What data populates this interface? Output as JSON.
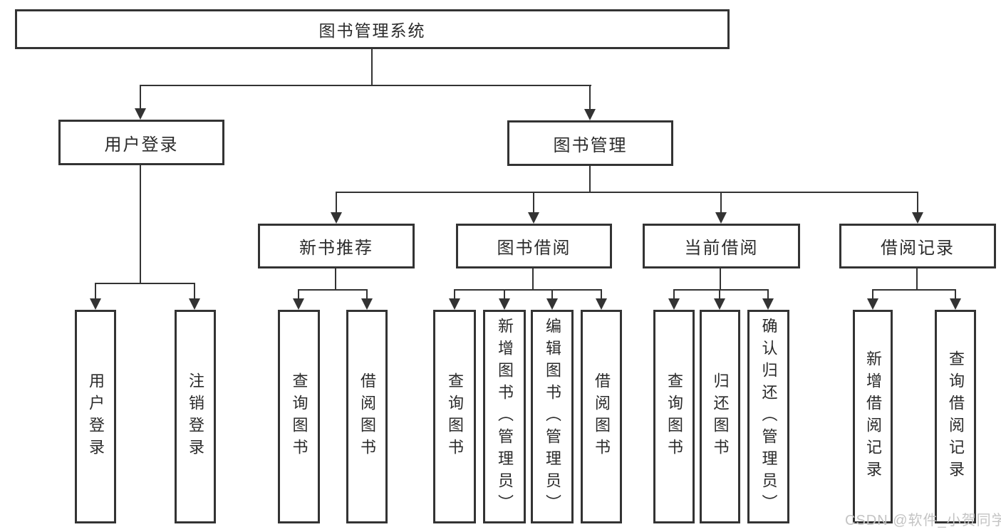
{
  "diagram": {
    "root": {
      "label": "图书管理系统"
    },
    "user_login_branch": {
      "label": "用户登录",
      "children": [
        {
          "label": "用户登录"
        },
        {
          "label": "注销登录"
        }
      ]
    },
    "book_management_branch": {
      "label": "图书管理",
      "sections": [
        {
          "label": "新书推荐",
          "children": [
            {
              "label": "查询图书"
            },
            {
              "label": "借阅图书"
            }
          ]
        },
        {
          "label": "图书借阅",
          "children": [
            {
              "label": "查询图书"
            },
            {
              "label": "新增图书（管理员）"
            },
            {
              "label": "编辑图书（管理员）"
            },
            {
              "label": "借阅图书"
            }
          ]
        },
        {
          "label": "当前借阅",
          "children": [
            {
              "label": "查询图书"
            },
            {
              "label": "归还图书"
            },
            {
              "label": "确认归还（管理员）"
            }
          ]
        },
        {
          "label": "借阅记录",
          "children": [
            {
              "label": "新增借阅记录"
            },
            {
              "label": "查询借阅记录"
            }
          ]
        }
      ]
    }
  },
  "watermark": {
    "text": "CSDN @软件_小贺同学"
  },
  "colors": {
    "line": "#333333",
    "text": "#2b2b2b",
    "box_background": "#ffffff",
    "page_background": "#ffffff",
    "watermark": "#c4c4c4"
  }
}
